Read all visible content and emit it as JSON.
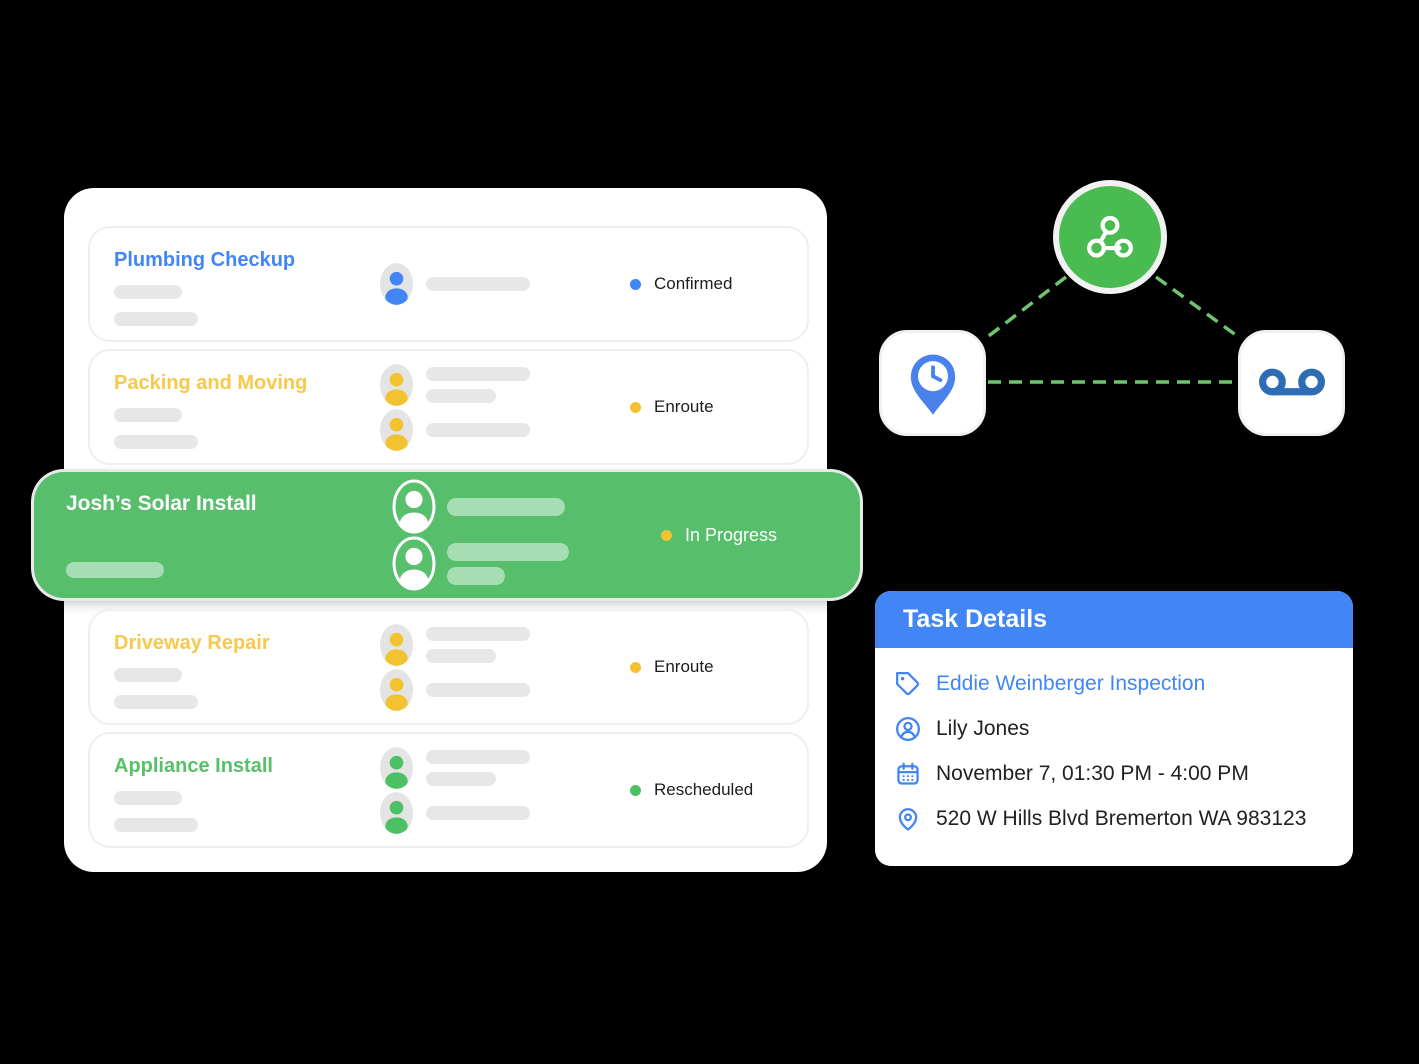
{
  "job_list": {
    "cards": [
      {
        "title": "Plumbing Checkup",
        "title_color": "#4285F4",
        "status": "Confirmed",
        "status_dot_color": "#4285F4",
        "avatar_count": 1,
        "selected": false
      },
      {
        "title": "Packing and Moving",
        "title_color": "#F6C94B",
        "status": "Enroute",
        "status_dot_color": "#F2C230",
        "avatar_count": 2,
        "selected": false
      },
      {
        "title": "Josh’s Solar Install",
        "title_color": "#FFFFFF",
        "status": "In Progress",
        "status_dot_color": "#F2C230",
        "avatar_count": 2,
        "selected": true,
        "background": "#57BE6C"
      },
      {
        "title": "Driveway Repair",
        "title_color": "#F6C94B",
        "status": "Enroute",
        "status_dot_color": "#F2C230",
        "avatar_count": 2,
        "selected": false
      },
      {
        "title": "Appliance Install",
        "title_color": "#56C167",
        "status": "Rescheduled",
        "status_dot_color": "#4CC163",
        "avatar_count": 2,
        "selected": false
      }
    ]
  },
  "diagram": {
    "hub_icon": "webhook-icon",
    "hub_color": "#4ABB51",
    "left_icon": "location-clock-icon",
    "left_color": "#4285F4",
    "right_icon": "voicemail-icon",
    "right_color": "#2E6DB4",
    "connector_color": "#6FC56F"
  },
  "task_details": {
    "title": "Task Details",
    "header_color": "#4285F4",
    "rows": [
      {
        "icon": "tag-icon",
        "text": "Eddie Weinberger Inspection",
        "color": "#4285F4"
      },
      {
        "icon": "user-circle-icon",
        "text": "Lily Jones",
        "color": "#212121"
      },
      {
        "icon": "calendar-icon",
        "text": "November 7, 01:30 PM - 4:00 PM",
        "color": "#212121"
      },
      {
        "icon": "map-pin-icon",
        "text": "520 W Hills Blvd Bremerton WA 983123",
        "color": "#212121"
      }
    ]
  }
}
